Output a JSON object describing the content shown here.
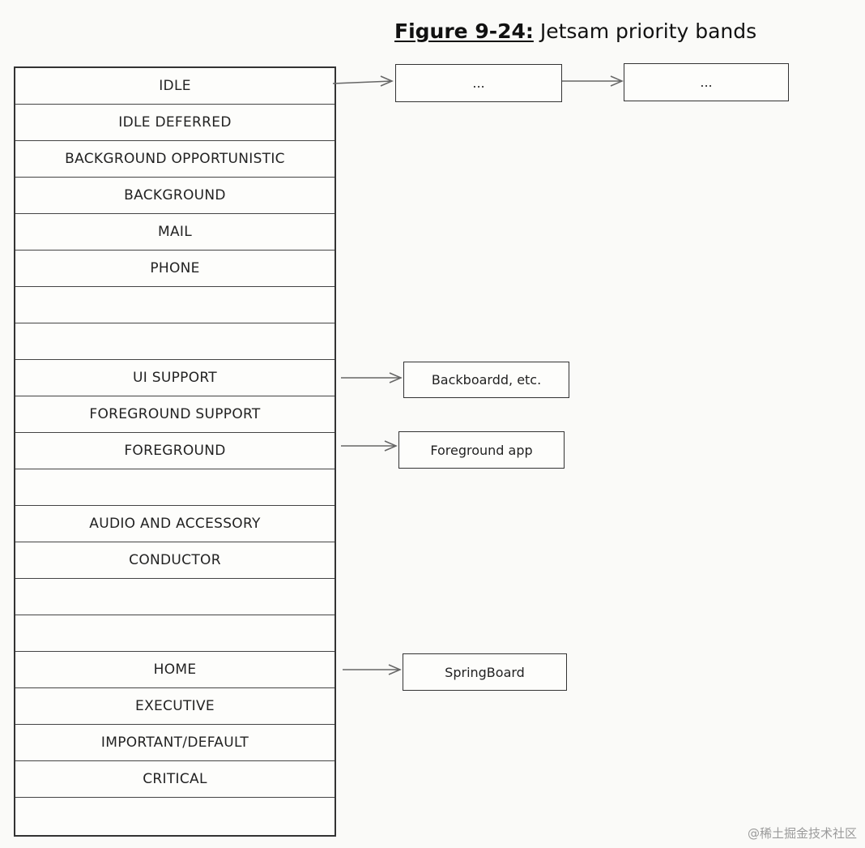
{
  "title": {
    "figure_label": "Figure 9-24:",
    "text": "Jetsam priority bands"
  },
  "bands": [
    "IDLE",
    "IDLE DEFERRED",
    "BACKGROUND OPPORTUNISTIC",
    "BACKGROUND",
    "MAIL",
    "PHONE",
    "",
    "",
    "UI SUPPORT",
    "FOREGROUND SUPPORT",
    "FOREGROUND",
    "",
    "AUDIO AND ACCESSORY",
    "CONDUCTOR",
    "",
    "",
    "HOME",
    "EXECUTIVE",
    "IMPORTANT/DEFAULT",
    "CRITICAL",
    ""
  ],
  "boxes": {
    "idle_box_1": "...",
    "idle_box_2": "...",
    "ui_support_box": "Backboardd, etc.",
    "foreground_box": "Foreground app",
    "home_box": "SpringBoard"
  },
  "watermark": "@稀土掘金技术社区"
}
